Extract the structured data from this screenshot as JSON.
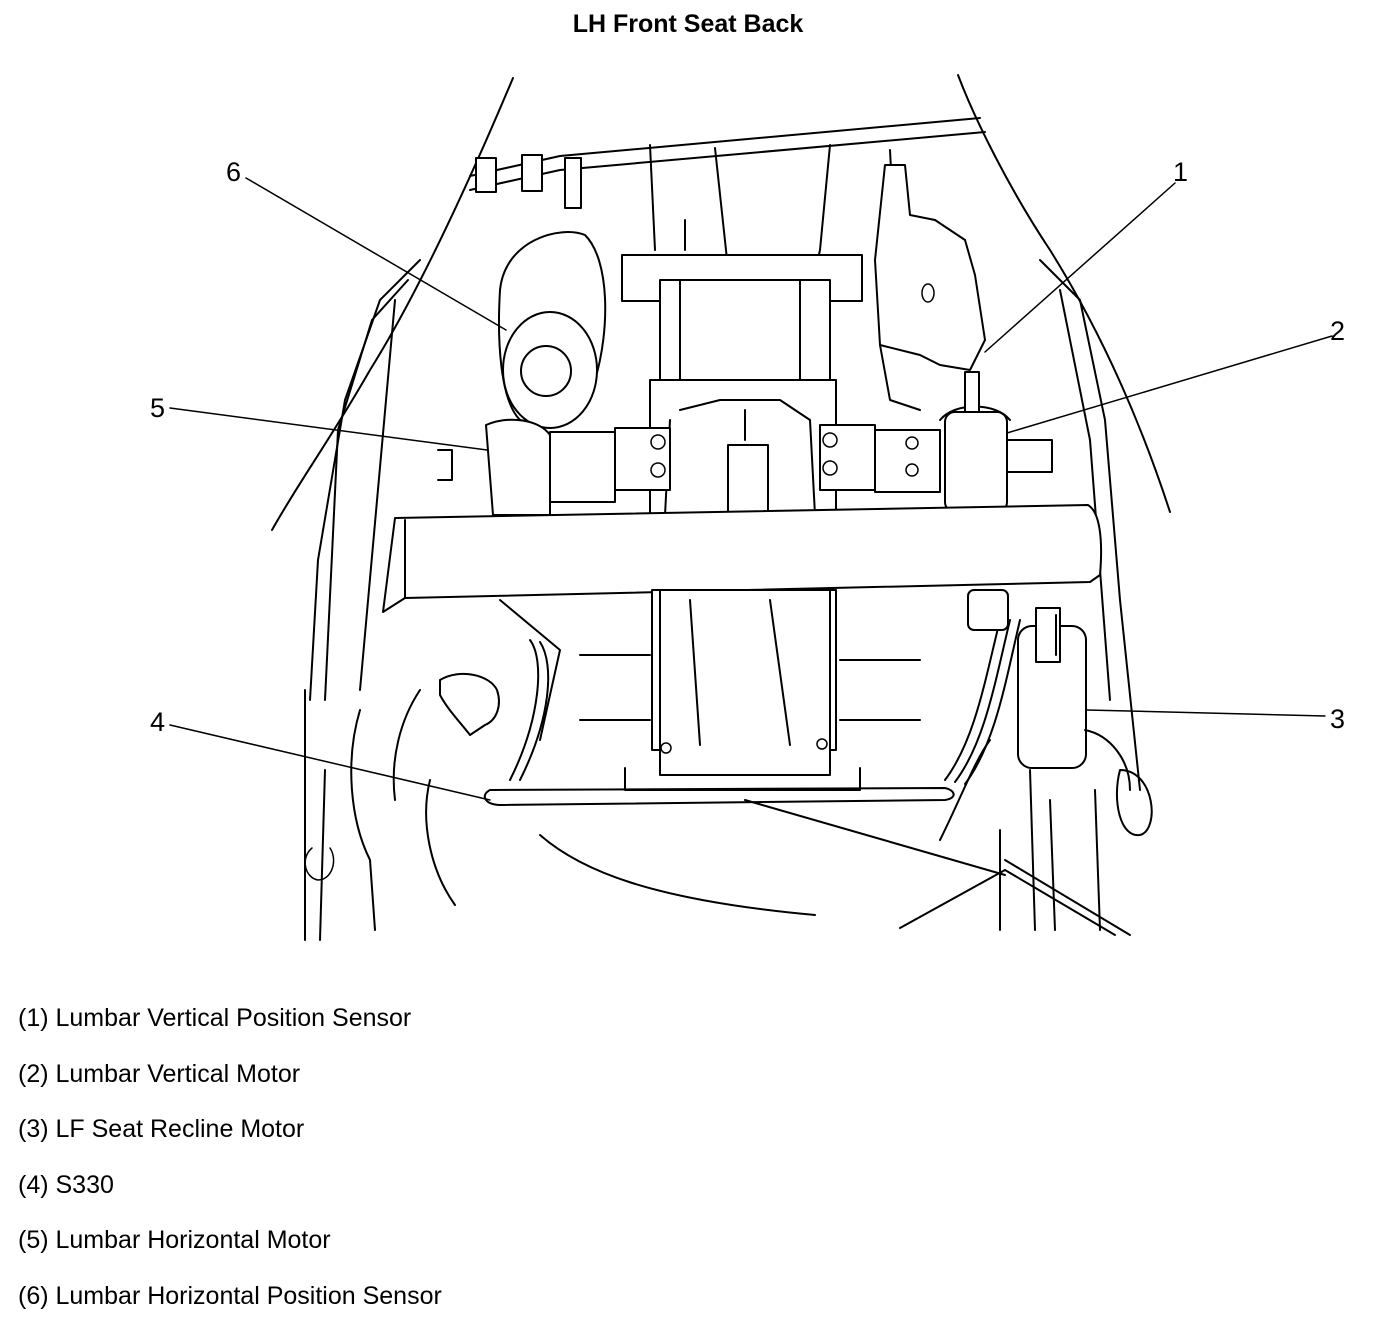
{
  "title": "LH Front Seat Back",
  "callouts": [
    "1",
    "2",
    "3",
    "4",
    "5",
    "6"
  ],
  "legend": [
    "(1) Lumbar Vertical Position Sensor",
    "(2) Lumbar Vertical Motor",
    "(3) LF Seat Recline Motor",
    "(4) S330",
    "(5) Lumbar Horizontal Motor",
    "(6) Lumbar Horizontal Position Sensor"
  ]
}
